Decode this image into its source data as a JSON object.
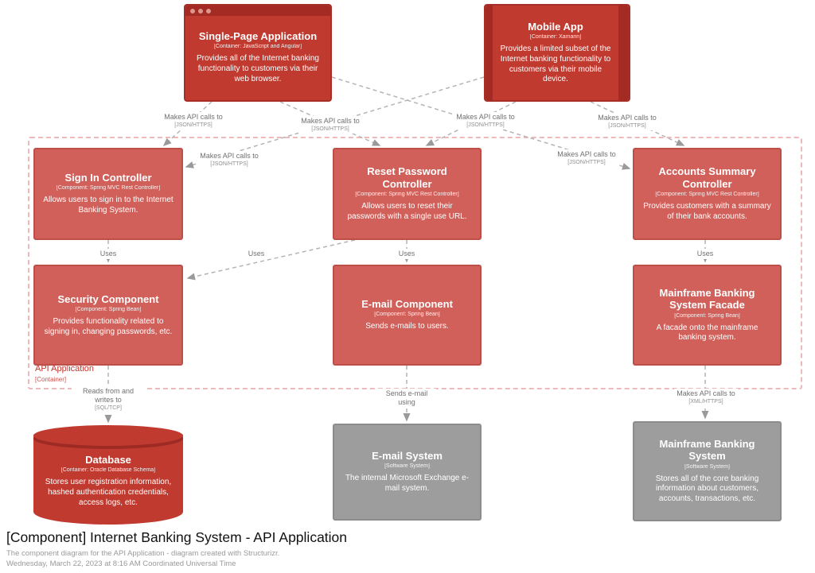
{
  "diagram": {
    "title": "[Component] Internet Banking System - API Application",
    "subtitle": "The component diagram for the API Application - diagram created with Structurizr.",
    "timestamp": "Wednesday, March 22, 2023 at 8:16 AM Coordinated Universal Time"
  },
  "boundary": {
    "label": "API Application",
    "meta": "[Container]"
  },
  "colors": {
    "container_red": "#C13A30",
    "component_red": "#D2605A",
    "external_gray": "#9D9D9D",
    "boundary_pink": "#EFB9BC",
    "edge_gray": "#b4b4b4"
  },
  "nodes": {
    "spa": {
      "title": "Single-Page Application",
      "meta": "[Container: JavaScript and Angular]",
      "description": "Provides all of the Internet banking functionality to customers via their web browser."
    },
    "mobile_app": {
      "title": "Mobile App",
      "meta": "[Container: Xamarin]",
      "description": "Provides a limited subset of the Internet banking functionality to customers via their mobile device."
    },
    "sign_in_controller": {
      "title": "Sign In Controller",
      "meta": "[Component: Spring MVC Rest Controller]",
      "description": "Allows users to sign in to the Internet Banking System."
    },
    "reset_password_controller": {
      "title": "Reset Password Controller",
      "meta": "[Component: Spring MVC Rest Controller]",
      "description": "Allows users to reset their passwords with a single use URL."
    },
    "accounts_summary_controller": {
      "title": "Accounts Summary Controller",
      "meta": "[Component: Spring MVC Rest Controller]",
      "description": "Provides customers with a summary of their bank accounts."
    },
    "security_component": {
      "title": "Security Component",
      "meta": "[Component: Spring Bean]",
      "description": "Provides functionality related to signing in, changing passwords, etc."
    },
    "email_component": {
      "title": "E-mail Component",
      "meta": "[Component: Spring Bean]",
      "description": "Sends e-mails to users."
    },
    "mainframe_facade": {
      "title": "Mainframe Banking System Facade",
      "meta": "[Component: Spring Bean]",
      "description": "A facade onto the mainframe banking system."
    },
    "database": {
      "title": "Database",
      "meta": "[Container: Oracle Database Schema]",
      "description": "Stores user registration information, hashed authentication credentials, access logs, etc."
    },
    "email_system": {
      "title": "E-mail System",
      "meta": "[Software System]",
      "description": "The internal Microsoft Exchange e-mail system."
    },
    "mainframe_system": {
      "title": "Mainframe Banking System",
      "meta": "[Software System]",
      "description": "Stores all of the core banking information about customers, accounts, transactions, etc."
    }
  },
  "edges": {
    "spa_signin": {
      "label": "Makes API calls to",
      "protocol": "[JSON/HTTPS]"
    },
    "spa_reset": {
      "label": "Makes API calls to",
      "protocol": "[JSON/HTTPS]"
    },
    "spa_accounts": {
      "label": "Makes API calls to",
      "protocol": "[JSON/HTTPS]"
    },
    "mobile_signin": {
      "label": "Makes API calls to",
      "protocol": "[JSON/HTTPS]"
    },
    "mobile_reset": {
      "label": "Makes API calls to",
      "protocol": "[JSON/HTTPS]"
    },
    "mobile_accounts": {
      "label": "Makes API calls to",
      "protocol": "[JSON/HTTPS]"
    },
    "signin_security": {
      "label": "Uses"
    },
    "reset_security": {
      "label": "Uses"
    },
    "reset_email": {
      "label": "Uses"
    },
    "accounts_facade": {
      "label": "Uses"
    },
    "security_database": {
      "label": "Reads from and writes to",
      "protocol": "[SQL/TCP]"
    },
    "email_emailsystem": {
      "label": "Sends e-mail using"
    },
    "facade_mainframe": {
      "label": "Makes API calls to",
      "protocol": "[XML/HTTPS]"
    }
  }
}
